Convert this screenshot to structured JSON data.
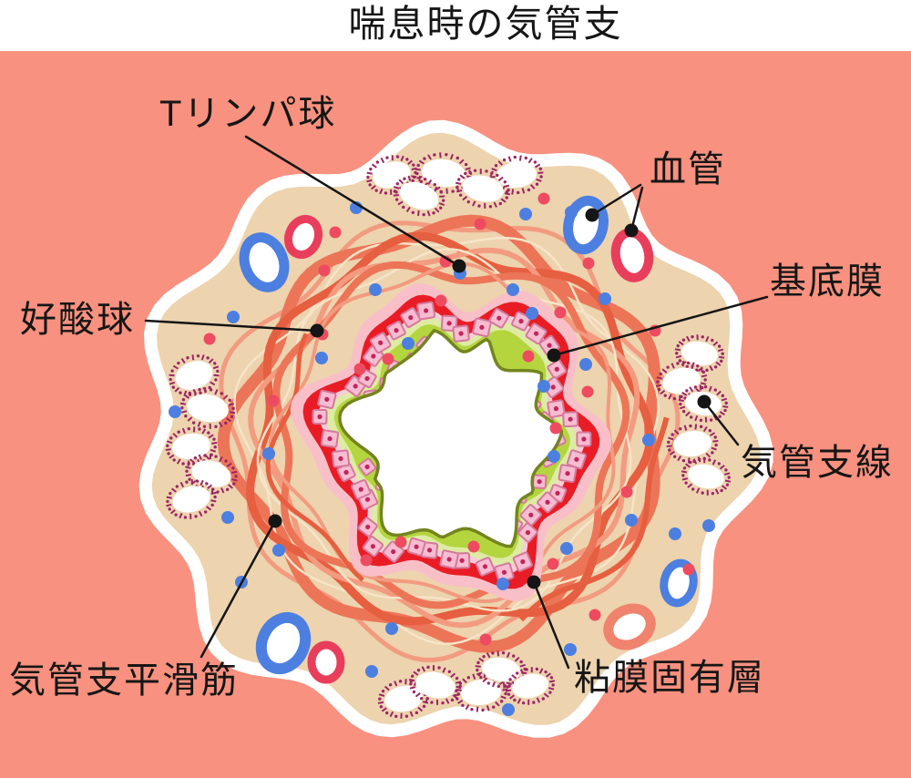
{
  "title": "喘息時の気管支",
  "labels": {
    "t_lymphocyte": "Tリンパ球",
    "blood_vessel": "血管",
    "basement_membrane": "基底膜",
    "eosinophil": "好酸球",
    "bronchial_gland": "気管支線",
    "smooth_muscle": "気管支平滑筋",
    "lamina_propria": "粘膜固有層"
  },
  "colors": {
    "background": "#F8917F",
    "tissue": "#EDD3AE",
    "tissue_light": "#F7E4C8",
    "muscle": "#EC7558",
    "muscle_dark": "#E65F40",
    "muscle_light": "#F29B80",
    "mucosa_pink": "#F9BFC8",
    "mucosa_pale": "#F7CDD6",
    "basement_red": "#E91C25",
    "mucus_green": "#B5D53F",
    "mucus_green_light": "#DEEBA4",
    "lumen_outline": "#74841F",
    "epithelium_fill": "#F7BCD1",
    "epithelium_border": "#D4789B",
    "epithelium_dot": "#C2255C",
    "eosinophil_dot": "#EE4B60",
    "lymphocyte_dot": "#4C7FE0",
    "gland_spike": "#9B2766",
    "vessel_blue": "#4C7FE0",
    "vessel_red": "#E83E5C",
    "vessel_salmon": "#F0836E",
    "leader": "#151515",
    "text": "#161616"
  }
}
